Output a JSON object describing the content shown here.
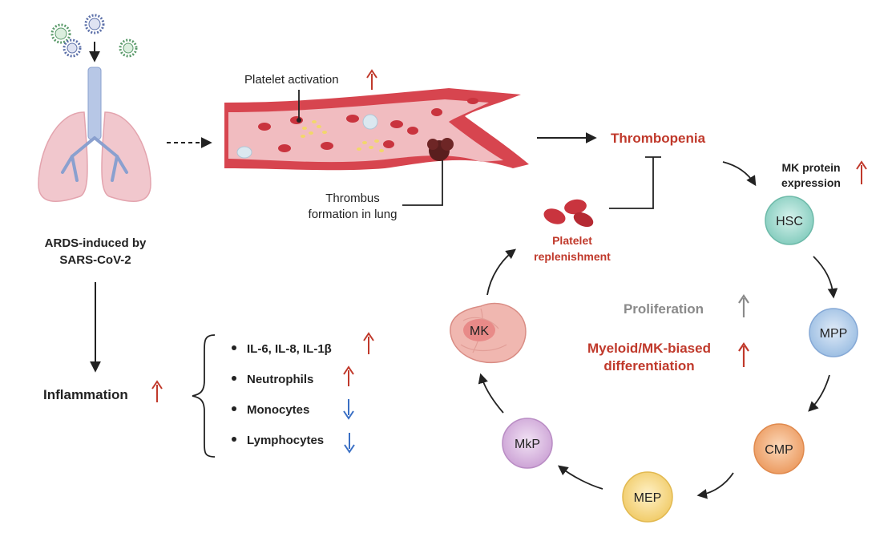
{
  "labels": {
    "ards_line1": "ARDS-induced by",
    "ards_line2": "SARS-CoV-2",
    "platelet_activation": "Platelet activation",
    "thrombus_line1": "Thrombus",
    "thrombus_line2": "formation in lung",
    "thrombopenia": "Thrombopenia",
    "mk_protein_line1": "MK protein",
    "mk_protein_line2": "expression",
    "replenish_line1": "Platelet",
    "replenish_line2": "replenishment",
    "proliferation": "Proliferation",
    "myeloid_line1": "Myeloid/MK-biased",
    "myeloid_line2": "differentiation",
    "inflammation": "Inflammation"
  },
  "cytokines": [
    {
      "label": "IL-6, IL-8, IL-1β",
      "trend": "up"
    },
    {
      "label": "Neutrophils",
      "trend": "up"
    },
    {
      "label": "Monocytes",
      "trend": "down"
    },
    {
      "label": "Lymphocytes",
      "trend": "down"
    }
  ],
  "cells": {
    "hsc": "HSC",
    "mpp": "MPP",
    "cmp": "CMP",
    "mep": "MEP",
    "mkp": "MkP",
    "mk": "MK"
  },
  "colors": {
    "red_text": "#c0392b",
    "up_arrow": "#c0392b",
    "down_arrow": "#3a6fc4",
    "grey_arrow": "#8a8a8a",
    "dark": "#222222"
  }
}
